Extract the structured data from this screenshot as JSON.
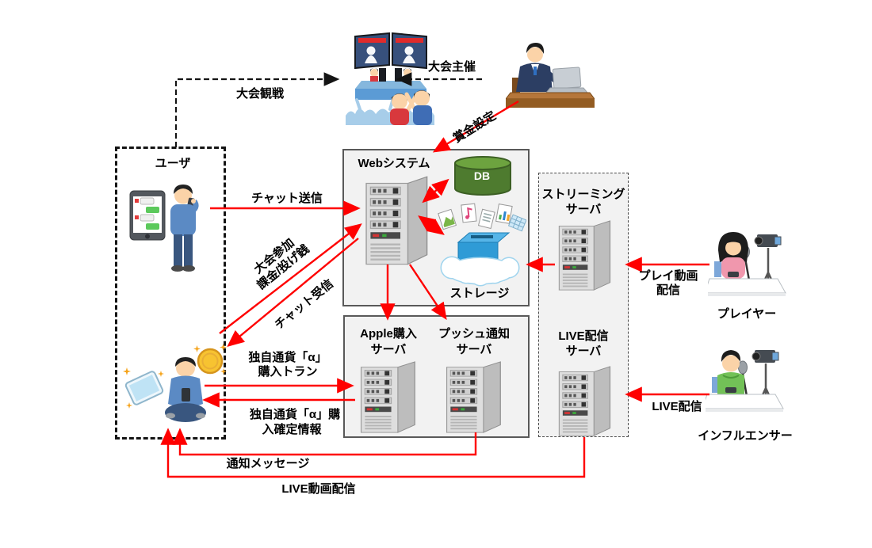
{
  "labels": {
    "user_box": "ユーザ",
    "web_box": "Webシステム",
    "db": "DB",
    "storage": "ストレージ",
    "apple1": "Apple購入",
    "apple2": "サーバ",
    "push1": "プッシュ通知",
    "push2": "サーバ",
    "stream1": "ストリーミング",
    "stream2": "サーバ",
    "live1": "LIVE配信",
    "live2": "サーバ",
    "player": "プレイヤー",
    "influencer": "インフルエンサー",
    "watch": "大会観戦",
    "host": "大会主催",
    "prize": "賞金設定",
    "chat_send": "チャット送信",
    "participate1": "大会参加",
    "participate2": "課金/投げ銭",
    "chat_recv": "チャット受信",
    "buy1": "独自通貨「α」",
    "buy2": "購入トラン",
    "confirm1": "独自通貨「α」購",
    "confirm2": "入確定情報",
    "notify": "通知メッセージ",
    "live_video": "LIVE動画配信",
    "play_video1": "プレイ動画",
    "play_video2": "配信",
    "live_cast": "LIVE配信"
  },
  "colors": {
    "arrow_red": "#ff0000",
    "arrow_black": "#141414",
    "box_fill": "#f2f2f2",
    "box_border": "#595959",
    "db_green": "#4e7b2f",
    "storage_blue": "#2f9bd6"
  }
}
